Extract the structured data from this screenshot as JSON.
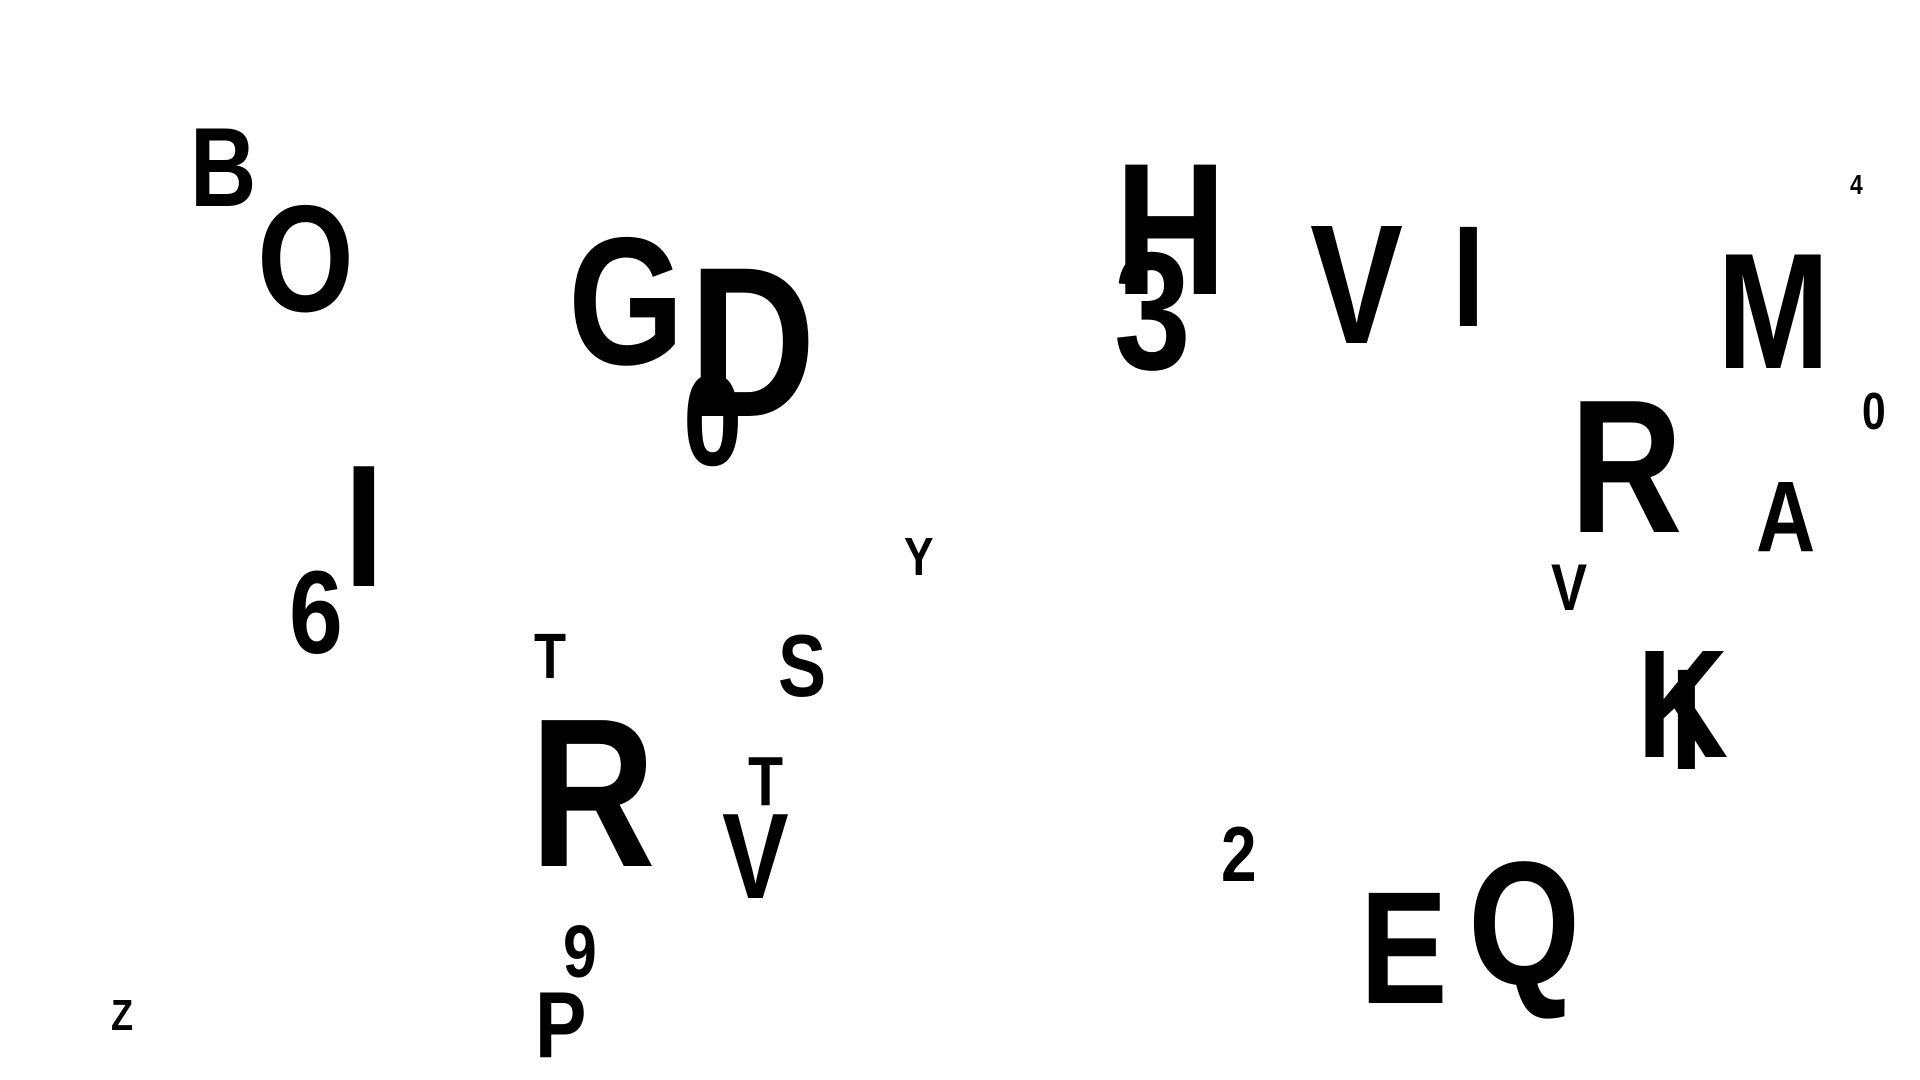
{
  "glyphs": [
    {
      "char": "B"
    },
    {
      "char": "O"
    },
    {
      "char": "G"
    },
    {
      "char": "D"
    },
    {
      "char": "0"
    },
    {
      "char": "H"
    },
    {
      "char": "3"
    },
    {
      "char": "V"
    },
    {
      "char": "I"
    },
    {
      "char": "4"
    },
    {
      "char": "M"
    },
    {
      "char": "0"
    },
    {
      "char": "R"
    },
    {
      "char": "A"
    },
    {
      "char": "I"
    },
    {
      "char": "6"
    },
    {
      "char": "Y"
    },
    {
      "char": "V"
    },
    {
      "char": "T"
    },
    {
      "char": "S"
    },
    {
      "char": "K"
    },
    {
      "char": "I"
    },
    {
      "char": "R"
    },
    {
      "char": "T"
    },
    {
      "char": "V"
    },
    {
      "char": "2"
    },
    {
      "char": "E"
    },
    {
      "char": "Q"
    },
    {
      "char": "9"
    },
    {
      "char": "Z"
    },
    {
      "char": "P"
    }
  ],
  "colors": {
    "text": "#000000",
    "background": "#ffffff"
  }
}
